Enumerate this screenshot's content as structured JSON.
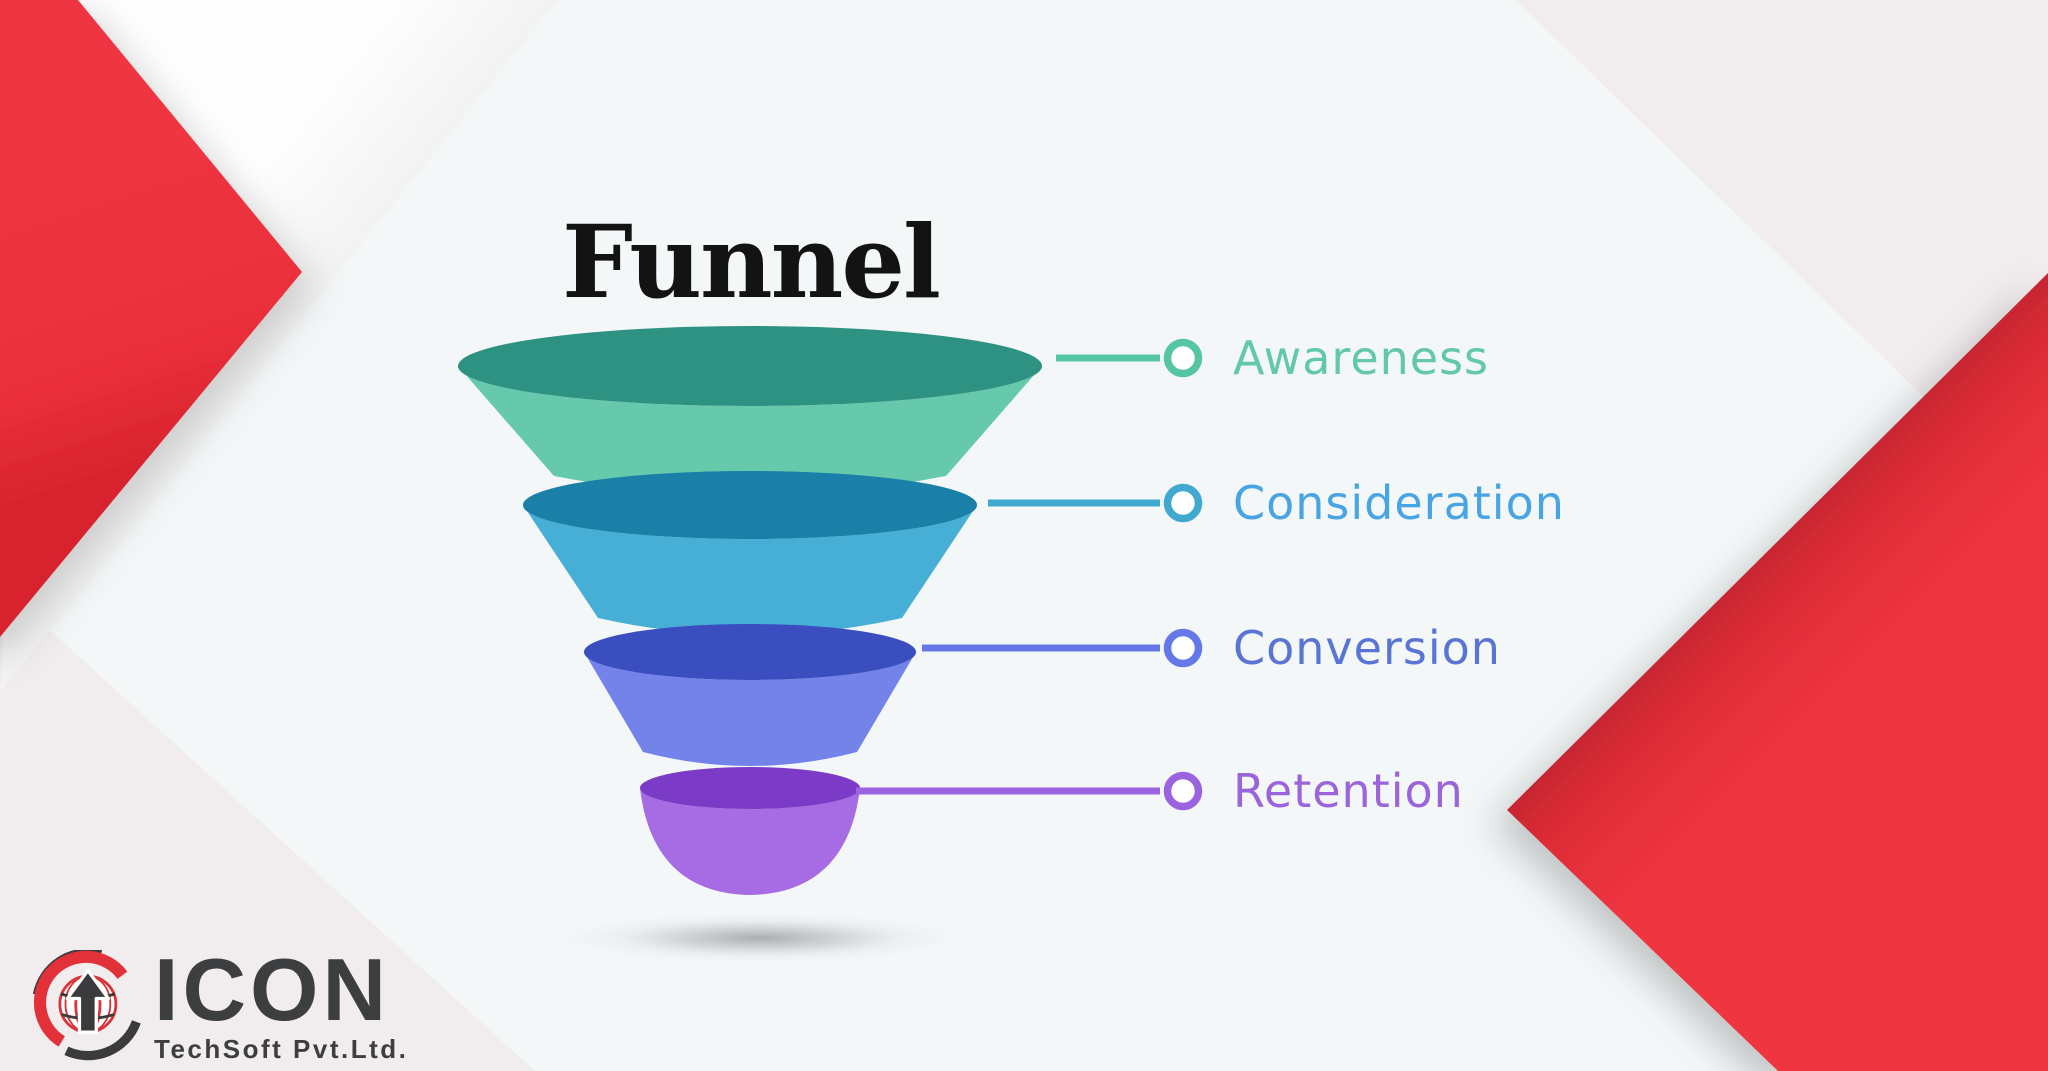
{
  "title": "Funnel",
  "stages": [
    {
      "label": "Awareness",
      "label_color": "#63C8AA",
      "line_color": "#55C5A4",
      "funnel_top": "#2E9282",
      "funnel_body": "#66C9AC"
    },
    {
      "label": "Consideration",
      "label_color": "#49A4E4",
      "line_color": "#41A9CF",
      "funnel_top": "#1A80A8",
      "funnel_body": "#47AFD5"
    },
    {
      "label": "Conversion",
      "label_color": "#5A74D4",
      "line_color": "#6478E8",
      "funnel_top": "#3A4EC0",
      "funnel_body": "#7383EA"
    },
    {
      "label": "Retention",
      "label_color": "#9C64DB",
      "line_color": "#9B63DF",
      "funnel_top": "#7C3BC6",
      "funnel_body": "#A76BE3"
    }
  ],
  "logo": {
    "name": "ICON",
    "subtitle": "TechSoft Pvt.Ltd.",
    "icon": "globe-arrow-icon",
    "red": "#E23138",
    "dark": "#3B3B3D"
  },
  "background": {
    "base": "#F3F7F8",
    "accent_red": "#EE3440",
    "paper_pink": "#F1ECEE",
    "paper_white": "#FDFDFE"
  }
}
